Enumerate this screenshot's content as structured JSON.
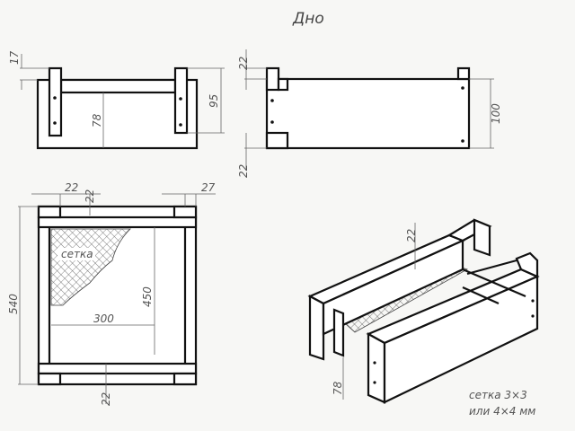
{
  "title": "Дно",
  "front_view": {
    "dim_top": "17",
    "dim_height": "95",
    "dim_inner": "78"
  },
  "side_view": {
    "dim_top": "22",
    "dim_bottom": "22",
    "dim_height": "100"
  },
  "plan_view": {
    "dim_post_a": "22",
    "dim_post_b": "22",
    "dim_post_c": "27",
    "dim_length": "540",
    "dim_inner_length": "450",
    "dim_width": "300",
    "dim_bottom": "22",
    "mesh_label": "сетка"
  },
  "iso_view": {
    "dim_top": "22",
    "dim_height": "78"
  },
  "note": {
    "line1": "сетка 3×3",
    "line2": "или 4×4 мм"
  }
}
